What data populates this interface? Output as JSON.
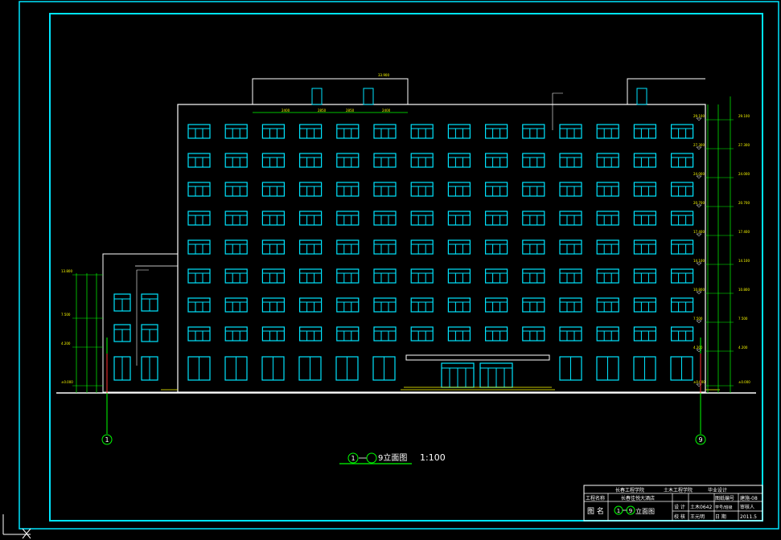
{
  "sheet": {
    "frame_color": "#00e5ff",
    "line_color": "#ffffff",
    "window_color": "#00e5ff",
    "accent_color": "#ffff00",
    "green_color": "#00ff00",
    "red_color": "#ff3333"
  },
  "drawing_title": {
    "axis_start": "1",
    "axis_end": "9",
    "name": "9立面图",
    "scale": "1:100"
  },
  "axes": {
    "left": "1",
    "right": "9"
  },
  "title_block": {
    "row1": [
      "长春工程学院",
      "土木工程学院",
      "毕业设计"
    ],
    "project_label": "工程名称",
    "project_name": "长春佳悦大酒店",
    "drawing_label": "图 名",
    "drawing_name": "立面图",
    "drawing_axis_start": "1",
    "drawing_axis_end": "9",
    "drawing_no_label": "图纸编号",
    "drawing_no": "建施-08",
    "designer_label": "设 计",
    "designer": "土木0642",
    "class_label": "学号/班级",
    "check_label": "审核人",
    "review_label": "校 核",
    "reviewer": "王元明",
    "date_label": "日 期",
    "date": "2011.5"
  },
  "level_labels": {
    "right": [
      "29.100",
      "27.300",
      "24.000",
      "20.700",
      "17.400",
      "14.100",
      "10.800",
      "7.500",
      "4.200",
      "±0.000"
    ],
    "left": [
      "13.800",
      "7.500",
      "4.200",
      "±0.000"
    ]
  },
  "roof": {
    "tower_dims": [
      "2400",
      "2850",
      "2850",
      "2400"
    ],
    "tower_level": "33.900"
  }
}
